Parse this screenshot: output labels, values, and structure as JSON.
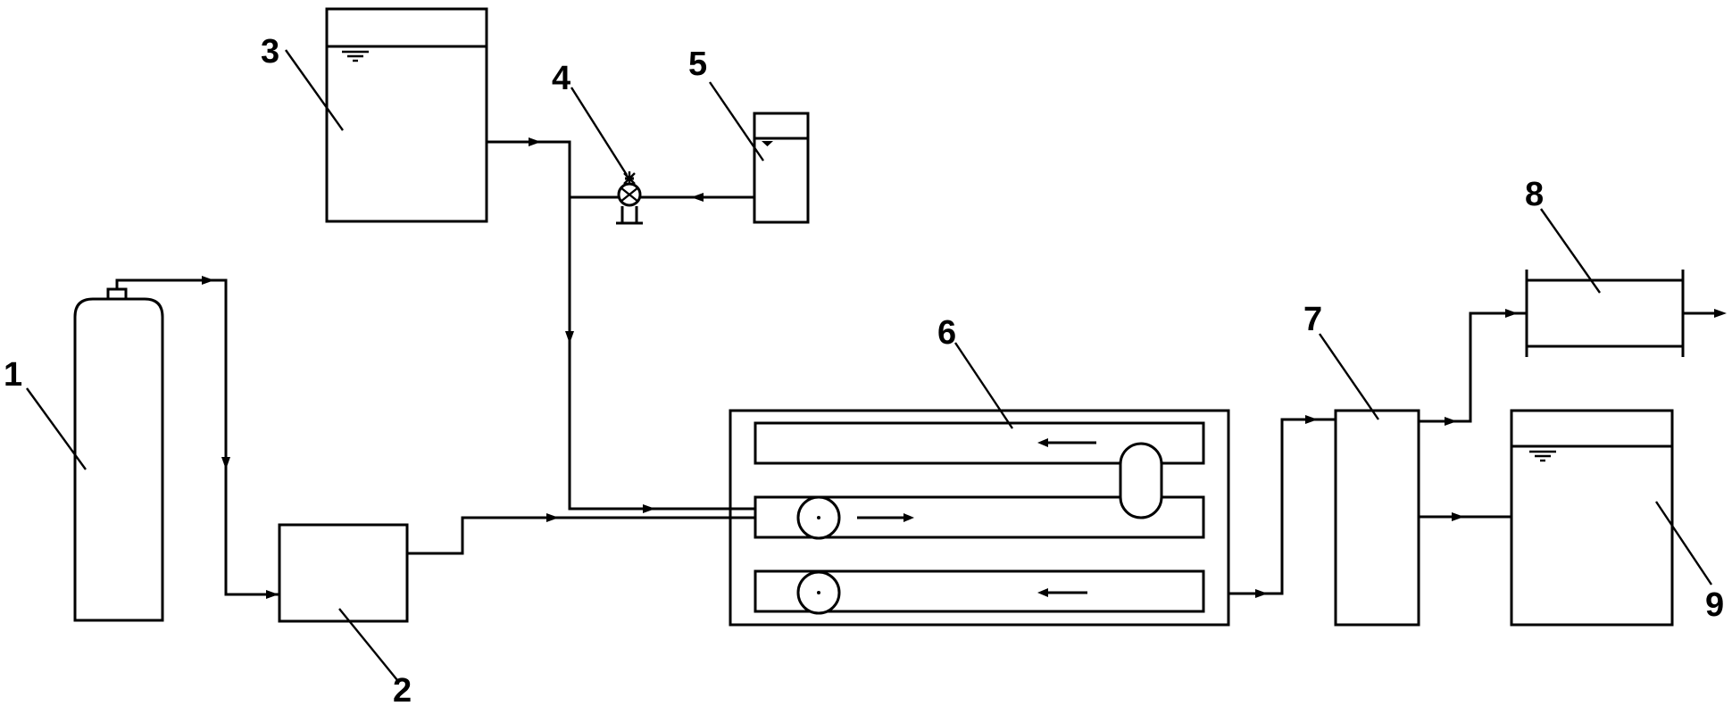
{
  "labels": {
    "c1": "1",
    "c2": "2",
    "c3": "3",
    "c4": "4",
    "c5": "5",
    "c6": "6",
    "c7": "7",
    "c8": "8",
    "c9": "9"
  }
}
